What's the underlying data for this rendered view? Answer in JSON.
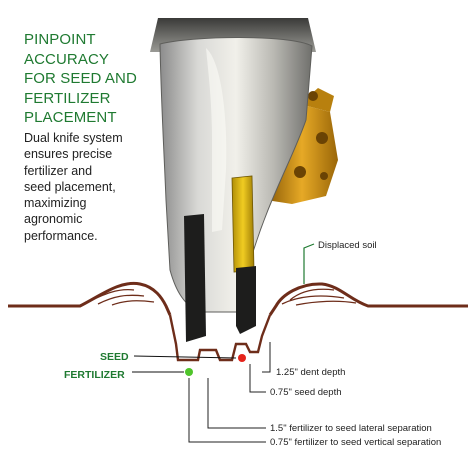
{
  "headline": {
    "lines": [
      "PINPOINT",
      "ACCURACY",
      "FOR SEED AND",
      "FERTILIZER",
      "PLACEMENT"
    ]
  },
  "description": {
    "lines": [
      "Dual knife system",
      "ensures precise",
      "fertilizer and",
      "seed placement,",
      "maximizing",
      "agronomic",
      "performance."
    ]
  },
  "labels": {
    "displaced_soil": "Displaced soil",
    "seed": "SEED",
    "fertilizer": "FERTILIZER",
    "dent_depth": "1.25\" dent depth",
    "seed_depth": "0.75\" seed depth",
    "lateral_sep": "1.5\" fertilizer to seed lateral separation",
    "vertical_sep": "0.75\" fertilizer to seed vertical separation"
  },
  "colors": {
    "headline_green": "#1f7a31",
    "soil_brown": "#6e2d1a",
    "seed_dot": "#e5231b",
    "fertilizer_dot": "#4fc42a",
    "bracket_gold": "#c98a12"
  }
}
